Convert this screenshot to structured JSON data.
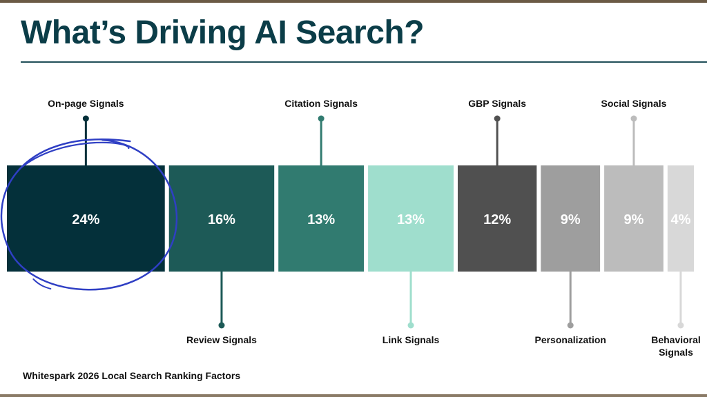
{
  "slide": {
    "title": "What’s Driving AI Search?",
    "source": "Whitespark 2026 Local Search Ranking Factors"
  },
  "chart_data": {
    "type": "bar",
    "orientation": "horizontal-stacked",
    "title": "What’s Driving AI Search?",
    "unit": "%",
    "categories": [
      "On-page Signals",
      "Review Signals",
      "Citation Signals",
      "Link Signals",
      "GBP Signals",
      "Personalization",
      "Social Signals",
      "Behavioral Signals"
    ],
    "values": [
      24,
      16,
      13,
      13,
      12,
      9,
      9,
      4
    ],
    "data_labels": [
      "24%",
      "16%",
      "13%",
      "13%",
      "12%",
      "9%",
      "9%",
      "4%"
    ],
    "label_positions": [
      "top",
      "bottom",
      "top",
      "bottom",
      "top",
      "bottom",
      "top",
      "bottom"
    ],
    "colors": [
      "#04303a",
      "#1d5a57",
      "#317b70",
      "#9fdecd",
      "#505050",
      "#9e9e9e",
      "#bcbcbc",
      "#d8d8d8"
    ],
    "legend": "none",
    "grid": false,
    "annotation": {
      "type": "hand-drawn circle",
      "target": "On-page Signals",
      "color": "#2f3fc4"
    }
  }
}
